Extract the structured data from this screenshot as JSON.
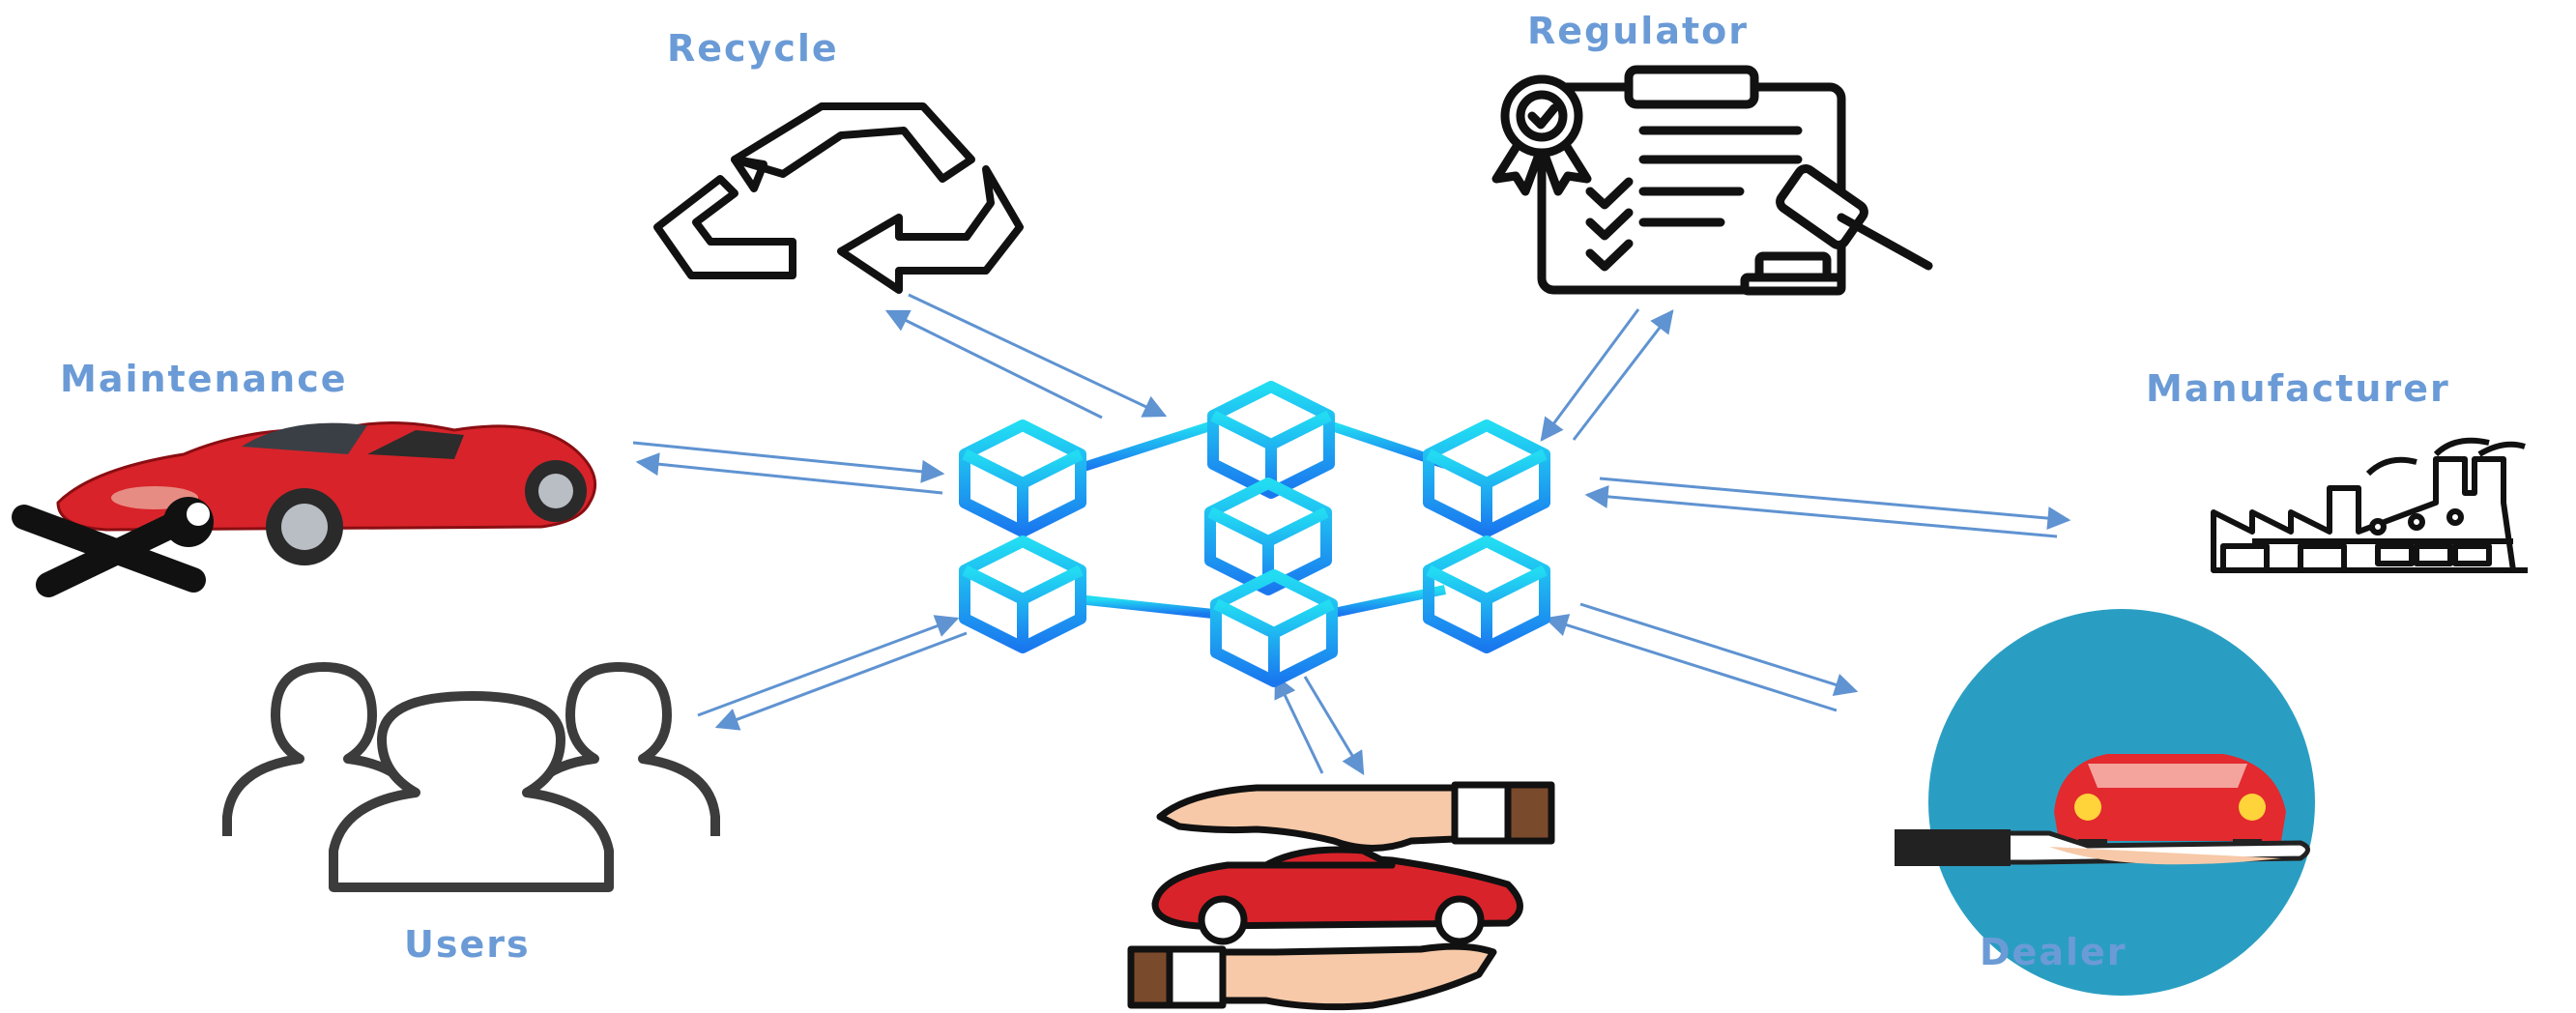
{
  "colors": {
    "label": "#6b9bd6",
    "arrow": "#5f93d1",
    "chain_light": "#22d8f0",
    "chain_dark": "#1a7ff0",
    "car_red": "#d8232a",
    "dealer_circle": "#2a9ec2",
    "skin": "#f7c9a8",
    "cuff": "#7a4a2c"
  },
  "nodes": {
    "recycle": {
      "label": "Recycle",
      "icon": "recycle-icon"
    },
    "regulator": {
      "label": "Regulator",
      "icon": "clipboard-gavel-icon"
    },
    "maintenance": {
      "label": "Maintenance",
      "icon": "car-wrench-icon"
    },
    "manufacturer": {
      "label": "Manufacturer",
      "icon": "factory-icon"
    },
    "users": {
      "label": "Users",
      "icon": "users-icon"
    },
    "dealer": {
      "label": "Dealer",
      "icon": "car-on-hand-icon"
    },
    "transfer": {
      "label": "",
      "icon": "hands-car-exchange-icon"
    },
    "hub": {
      "icon": "blockchain-network-icon"
    }
  }
}
